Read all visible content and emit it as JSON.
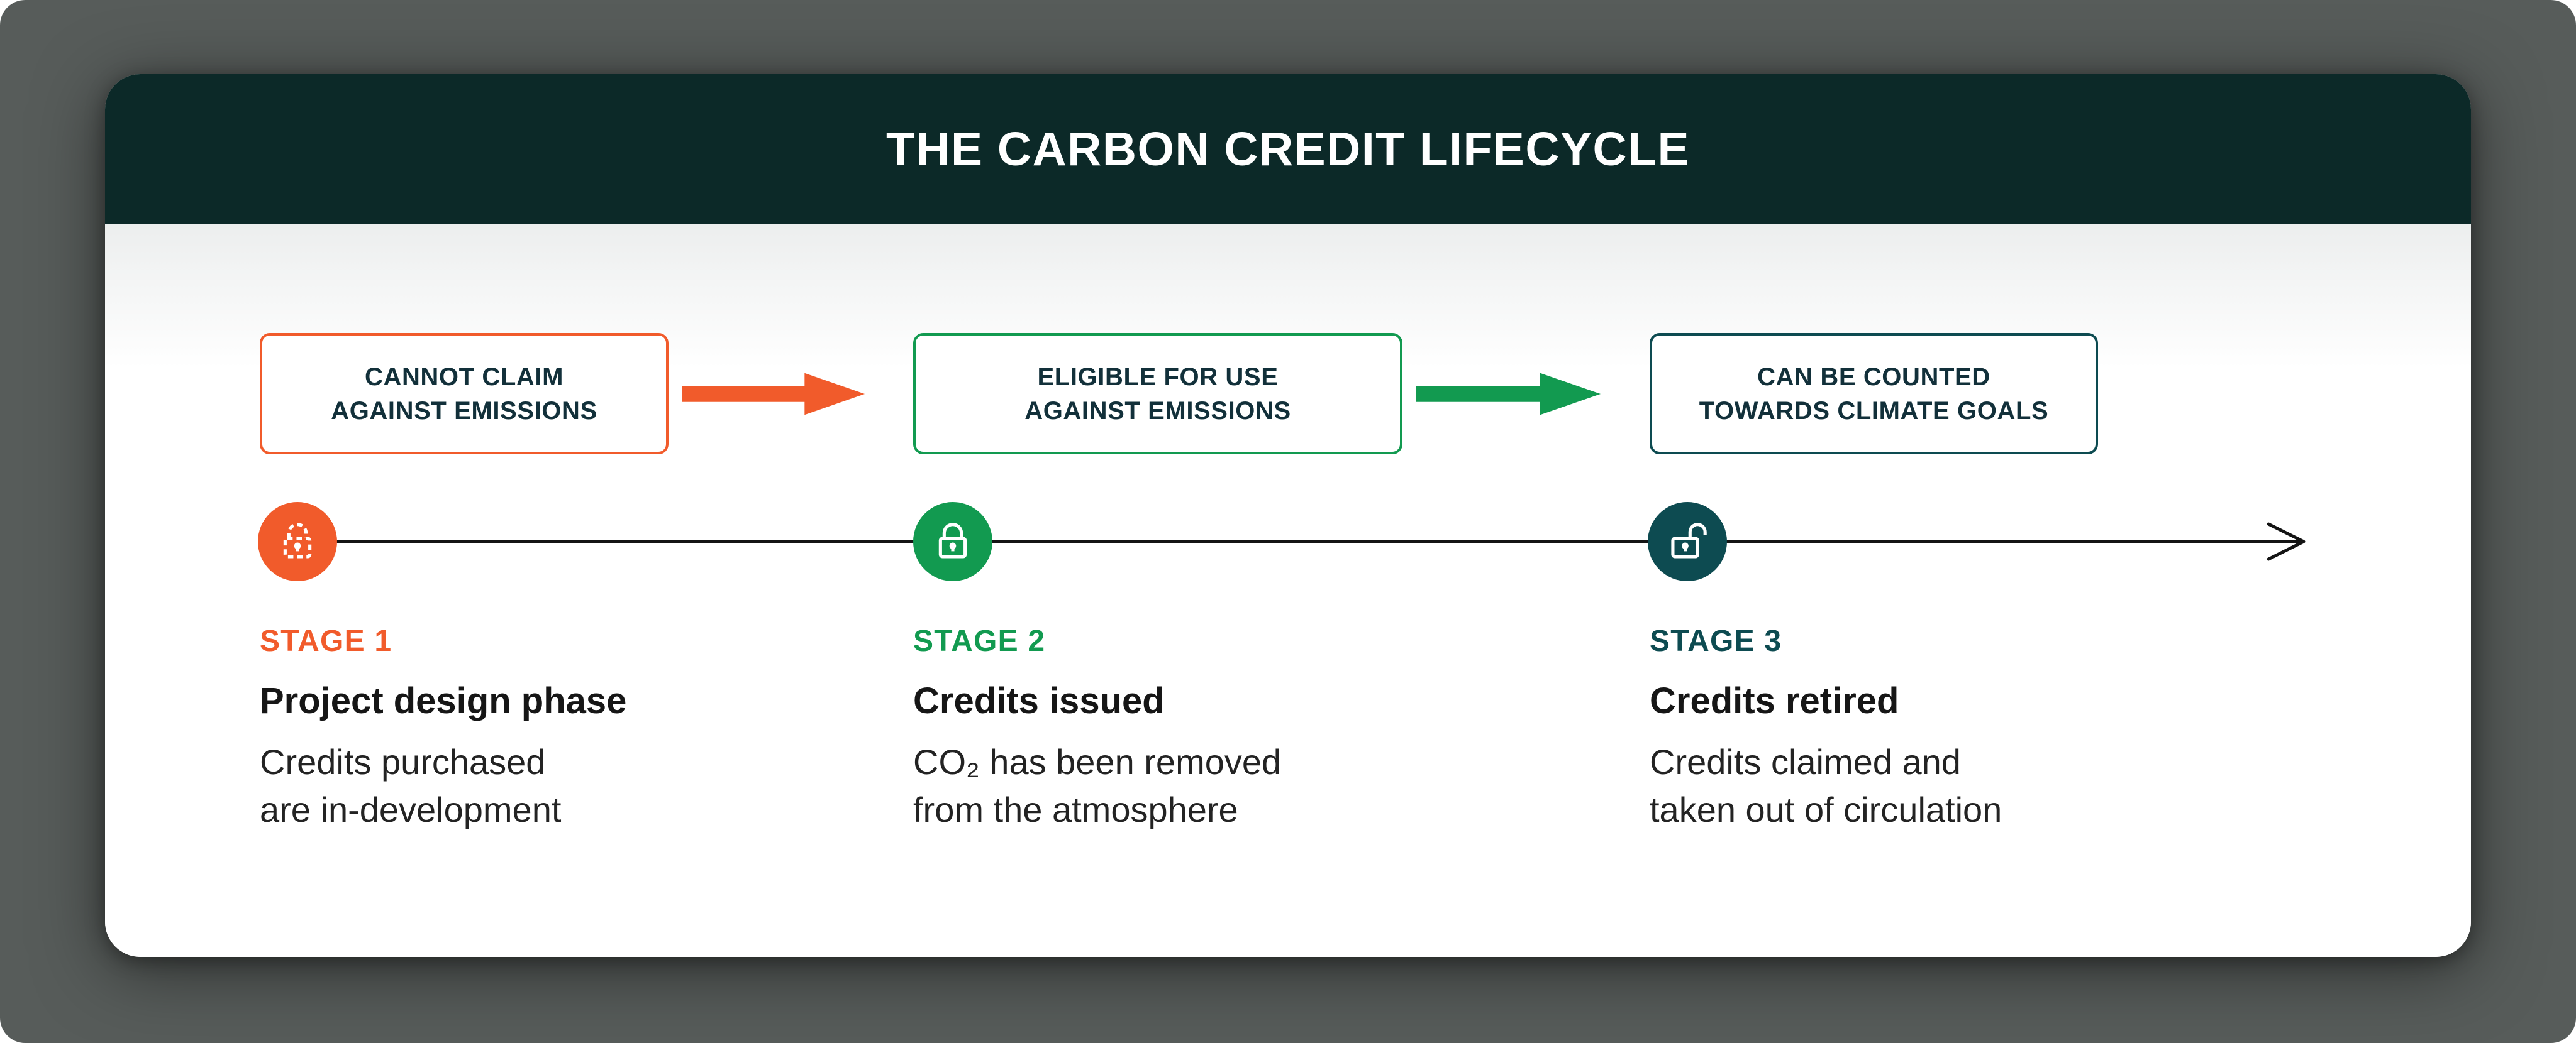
{
  "header": {
    "title": "THE CARBON CREDIT LIFECYCLE"
  },
  "colors": {
    "page-bg": "#575c5a",
    "header-bg": "#0c2928",
    "orange": "#f15b2b",
    "green": "#129a50",
    "teal": "#0d4b51",
    "badge-text": "#12303a",
    "line": "#141414"
  },
  "stages": [
    {
      "badge": "CANNOT CLAIM\nAGAINST EMISSIONS",
      "label": "STAGE 1",
      "title": "Project design phase",
      "description": "Credits purchased\nare in-development",
      "icon": "lock-dashed-icon",
      "color": "#f15b2b"
    },
    {
      "badge": "ELIGIBLE FOR USE\nAGAINST EMISSIONS",
      "label": "STAGE 2",
      "title": "Credits issued",
      "description": "CO₂ has been removed\nfrom the atmosphere",
      "icon": "lock-closed-icon",
      "color": "#129a50"
    },
    {
      "badge": "CAN BE COUNTED\nTOWARDS CLIMATE GOALS",
      "label": "STAGE 3",
      "title": "Credits retired",
      "description": "Credits claimed and\ntaken out of circulation",
      "icon": "lock-open-icon",
      "color": "#0d4b51"
    }
  ]
}
